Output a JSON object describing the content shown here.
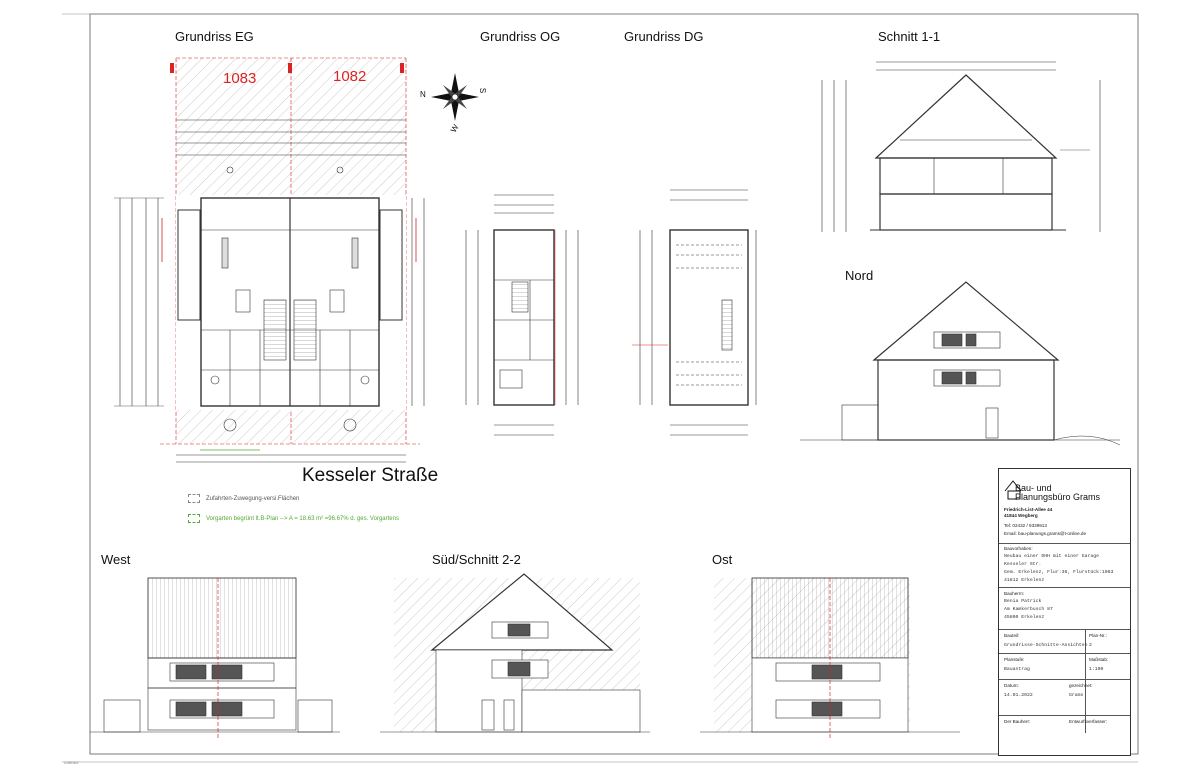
{
  "views": {
    "grundriss_eg": "Grundriss EG",
    "grundriss_og": "Grundriss OG",
    "grundriss_dg": "Grundriss DG",
    "schnitt_11": "Schnitt 1-1",
    "nord": "Nord",
    "west": "West",
    "sued": "Süd/Schnitt 2-2",
    "ost": "Ost"
  },
  "plots": [
    "1083",
    "1082"
  ],
  "street": "Kesseler Straße",
  "compass": {
    "n": "N",
    "s": "S",
    "w": "W"
  },
  "legend": [
    {
      "text": "Zufahrten-Zuwegung-versi.Flächen",
      "color": "#555555"
    },
    {
      "text": "Vorgarten begrünt lt.B-Plan --> A = 18.63 m² =96.67% d. ges. Vorgartens",
      "color": "#55aa33"
    }
  ],
  "colors": {
    "line": "#333333",
    "red": "#dd2222",
    "green": "#55aa33",
    "hatch": "#999999",
    "fill": "#555555"
  },
  "title_block": {
    "logo_line1": "Bau- und",
    "logo_line2": "Planungsbüro Grams",
    "address1": "Friedrich-List-Allee 44",
    "address2": "41844 Wegberg",
    "tel": "Tel: 02432 / 9339913",
    "email": "Email: bau-planungs.grams@t-online.de",
    "vorhaben_label": "Bauvorhaben:",
    "vorhaben": [
      "Neubau einer DHH mit einer Garage",
      "Kesseler Str.",
      "Gem. Erkelenz, Flur:36, Flurstück:1083",
      "41812 Erkelenz"
    ],
    "bauherr_label": "Bauherrn:",
    "bauherr": [
      "Benia Patrick",
      "Am Kamkerbusch 87",
      "45800 Erkelenz"
    ],
    "inhalt_label": "Bauteil:",
    "inhalt": "Grundrisse-Schnitte-Ansichten",
    "plan_label": "Plan-Nr.:",
    "plan": "2",
    "phase_label": "Planstufe:",
    "phase": "Bauantrag",
    "scale_label": "Maßstab:",
    "scale": "1:100",
    "date_label": "Datum:",
    "date": "14.01.2022",
    "drawn_label": "gezeichnet:",
    "drawn": "Grams",
    "sig1": "Der Bauherr:",
    "sig2": "Entwurfsverfasser:"
  },
  "corner": "C/0E4/2"
}
